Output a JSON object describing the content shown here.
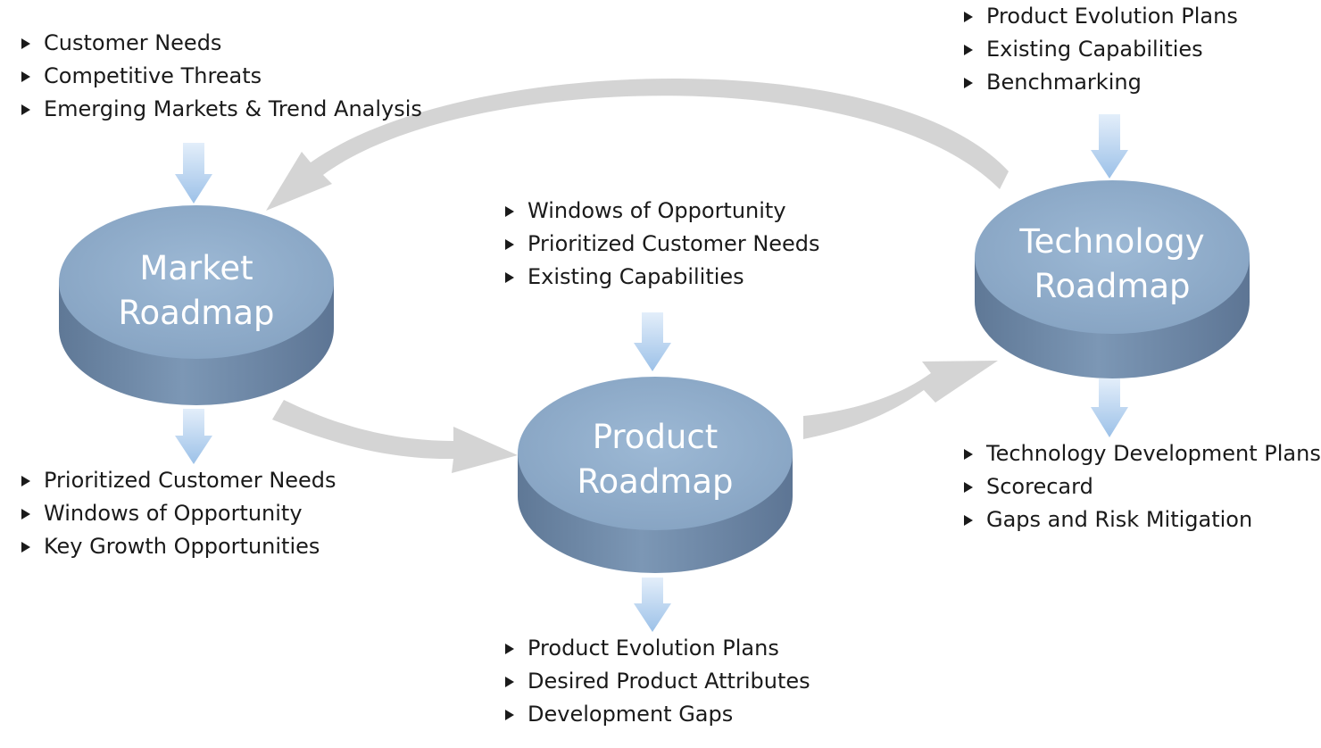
{
  "disks": {
    "market": {
      "line1": "Market",
      "line2": "Roadmap"
    },
    "product": {
      "line1": "Product",
      "line2": "Roadmap"
    },
    "technology": {
      "line1": "Technology",
      "line2": "Roadmap"
    }
  },
  "lists": {
    "market_inputs": [
      "Customer Needs",
      "Competitive Threats",
      "Emerging Markets & Trend Analysis"
    ],
    "market_outputs": [
      "Prioritized Customer Needs",
      "Windows of Opportunity",
      "Key Growth Opportunities"
    ],
    "product_inputs": [
      "Windows of Opportunity",
      "Prioritized Customer Needs",
      "Existing Capabilities"
    ],
    "product_outputs": [
      "Product Evolution Plans",
      "Desired Product Attributes",
      "Development Gaps"
    ],
    "technology_inputs": [
      "Product Evolution Plans",
      "Existing Capabilities",
      "Benchmarking"
    ],
    "technology_outputs": [
      "Technology Development Plans",
      "Scorecard",
      "Gaps and Risk Mitigation"
    ]
  },
  "colors": {
    "disk_top": "#8fadcb",
    "disk_side": "#6f8aa8",
    "flow_arrow": "#d4d4d4",
    "blue_arrow": "#a9c8ea",
    "text": "#1a1a1a"
  }
}
